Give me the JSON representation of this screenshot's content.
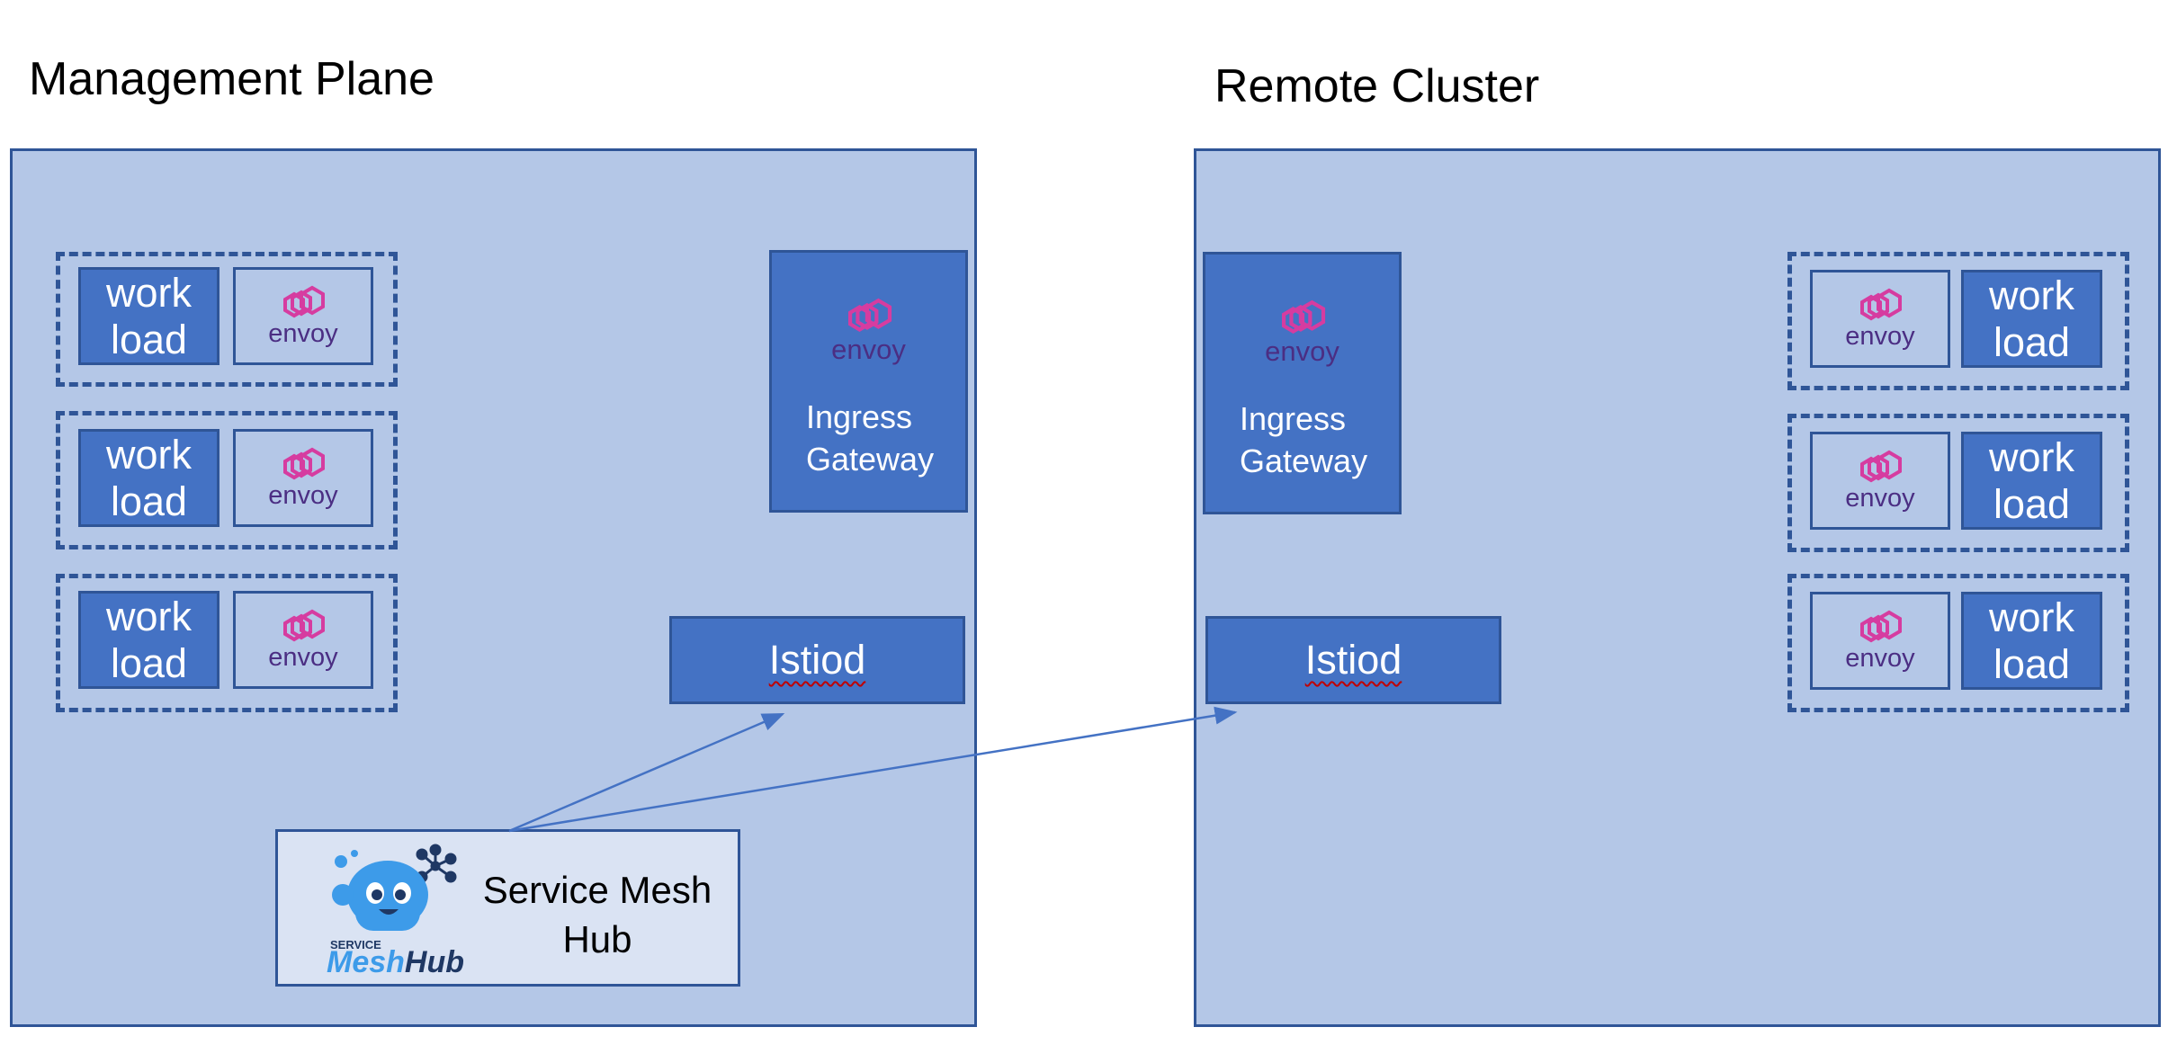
{
  "management": {
    "title": "Management Plane",
    "pods": [
      {
        "workload_line1": "work",
        "workload_line2": "load",
        "envoy": "envoy"
      },
      {
        "workload_line1": "work",
        "workload_line2": "load",
        "envoy": "envoy"
      },
      {
        "workload_line1": "work",
        "workload_line2": "load",
        "envoy": "envoy"
      }
    ],
    "gateway": {
      "envoy": "envoy",
      "line1": "Ingress",
      "line2": "Gateway"
    },
    "istiod": "Istiod",
    "service_mesh_hub": {
      "line1": "Service Mesh",
      "line2": "Hub",
      "logo_small": "SERVICE",
      "logo_mesh": "Mesh",
      "logo_hub": "Hub"
    }
  },
  "remote": {
    "title": "Remote Cluster",
    "pods": [
      {
        "workload_line1": "work",
        "workload_line2": "load",
        "envoy": "envoy"
      },
      {
        "workload_line1": "work",
        "workload_line2": "load",
        "envoy": "envoy"
      },
      {
        "workload_line1": "work",
        "workload_line2": "load",
        "envoy": "envoy"
      }
    ],
    "gateway": {
      "envoy": "envoy",
      "line1": "Ingress",
      "line2": "Gateway"
    },
    "istiod": "Istiod"
  },
  "colors": {
    "cluster_fill": "#b4c7e7",
    "box_fill": "#4472c4",
    "border": "#2f5597",
    "envoy_pink": "#d63ca0",
    "envoy_text": "#4b2e83",
    "mesh_hub_fill": "#dae3f3",
    "arrow": "#4472c4"
  },
  "icons": [
    "envoy-logo-icon",
    "meshhub-mascot-icon"
  ]
}
